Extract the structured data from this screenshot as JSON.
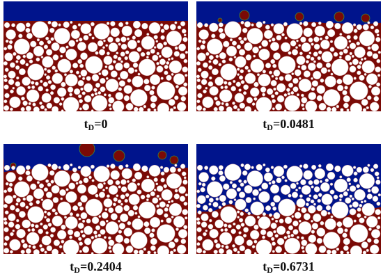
{
  "panels": [
    {
      "label_main": "t",
      "label_sub": "D",
      "label_value": "=0"
    },
    {
      "label_main": "t",
      "label_sub": "D",
      "label_value": "=0.0481"
    },
    {
      "label_main": "t",
      "label_sub": "D",
      "label_value": "=0.2404"
    },
    {
      "label_main": "t",
      "label_sub": "D",
      "label_value": "=0.6731"
    }
  ],
  "colors": {
    "injected_phase": "#00148c",
    "resident_phase": "#7a0a06",
    "grain": "#ffffff",
    "grain_outline": "#d9a9a6"
  }
}
